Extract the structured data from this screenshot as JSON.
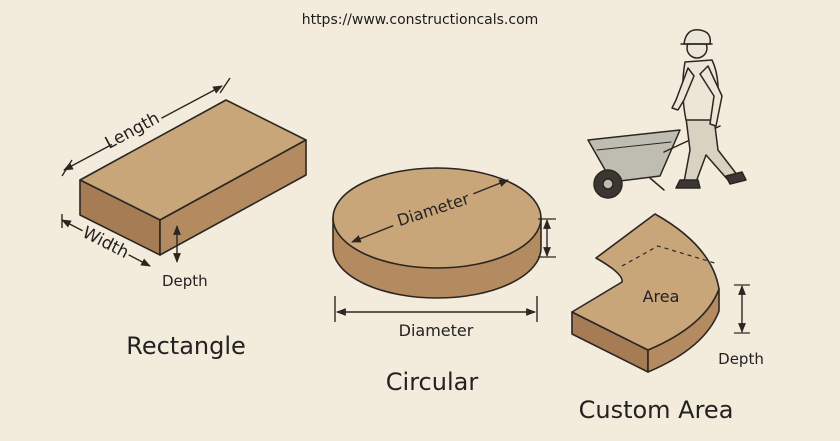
{
  "url": "https://www.constructioncals.com",
  "rectangle": {
    "title": "Rectangle",
    "length_label": "Length",
    "width_label": "Width",
    "depth_label": "Depth"
  },
  "circular": {
    "title": "Circular",
    "diameter_top_label": "Diameter",
    "diameter_bottom_label": "Diameter"
  },
  "custom": {
    "title": "Custom Area",
    "area_label": "Area",
    "depth_label": "Depth"
  },
  "colors": {
    "background": "#f3ecdc",
    "slab_top": "#c9a57a",
    "slab_side": "#b48a60",
    "slab_front": "#a57c54",
    "outline": "#2b2622",
    "worker_shirt": "#ece6d6",
    "worker_pants": "#d9d2c0"
  },
  "icons": [
    "worker-with-wheelbarrow-illustration",
    "dimension-arrow"
  ]
}
